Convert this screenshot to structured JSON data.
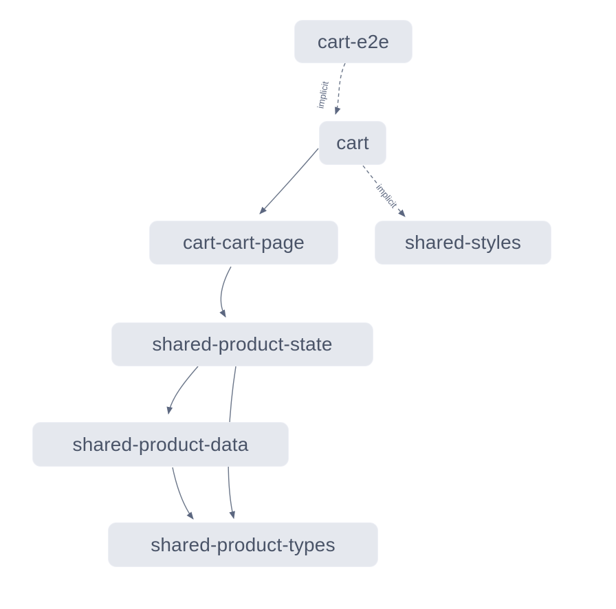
{
  "graph": {
    "kind": "project-dependency-graph",
    "colors": {
      "background": "#ffffff",
      "node_fill": "#e5e8ee",
      "node_border": "#edeff5",
      "node_text": "#4a5468",
      "edge_stroke": "#6b7689",
      "edge_label_text": "#5d6880",
      "arrowhead_fill": "#5c6780"
    },
    "nodes": [
      {
        "id": "cart-e2e",
        "label": "cart-e2e"
      },
      {
        "id": "cart",
        "label": "cart"
      },
      {
        "id": "cart-cart-page",
        "label": "cart-cart-page"
      },
      {
        "id": "shared-styles",
        "label": "shared-styles"
      },
      {
        "id": "shared-product-state",
        "label": "shared-product-state"
      },
      {
        "id": "shared-product-data",
        "label": "shared-product-data"
      },
      {
        "id": "shared-product-types",
        "label": "shared-product-types"
      }
    ],
    "edges": [
      {
        "from": "cart-e2e",
        "to": "cart",
        "label": "implicit",
        "style": "dashed"
      },
      {
        "from": "cart",
        "to": "cart-cart-page",
        "label": "",
        "style": "solid"
      },
      {
        "from": "cart",
        "to": "shared-styles",
        "label": "implicit",
        "style": "dashed"
      },
      {
        "from": "cart-cart-page",
        "to": "shared-product-state",
        "label": "",
        "style": "solid"
      },
      {
        "from": "shared-product-state",
        "to": "shared-product-data",
        "label": "",
        "style": "solid"
      },
      {
        "from": "shared-product-state",
        "to": "shared-product-types",
        "label": "",
        "style": "solid"
      },
      {
        "from": "shared-product-data",
        "to": "shared-product-types",
        "label": "",
        "style": "solid"
      }
    ]
  }
}
